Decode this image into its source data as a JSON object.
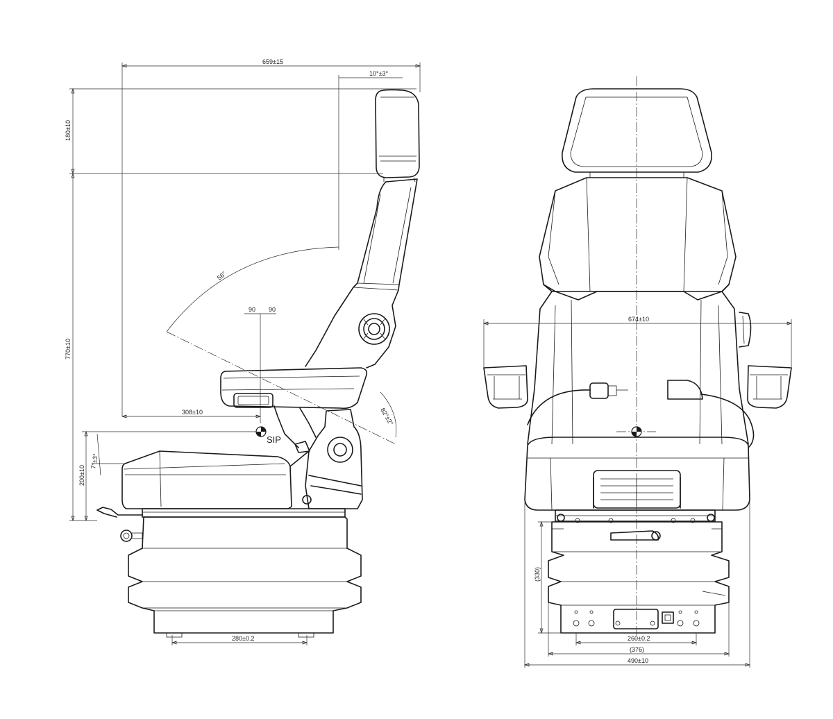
{
  "dimensions": {
    "overall_width_side": "659±15",
    "headrest_angle": "10°±3°",
    "headrest_height": "180±10",
    "backrest_height": "770±10",
    "seat_height": "200±10",
    "recline_angle": "56°",
    "sip_offset_left": "90",
    "sip_offset_right": "90",
    "sip_horizontal": "308±10",
    "cushion_angle": "7°±3°",
    "backrest_angle": "82°±2°",
    "base_width_side": "280±0.2",
    "armrest_width": "674±10",
    "suspension_height": "(330)",
    "base_mount_width": "260±0.2",
    "base_width_front": "(376)",
    "overall_width_front": "490±10"
  },
  "labels": {
    "sip": "SIP"
  }
}
